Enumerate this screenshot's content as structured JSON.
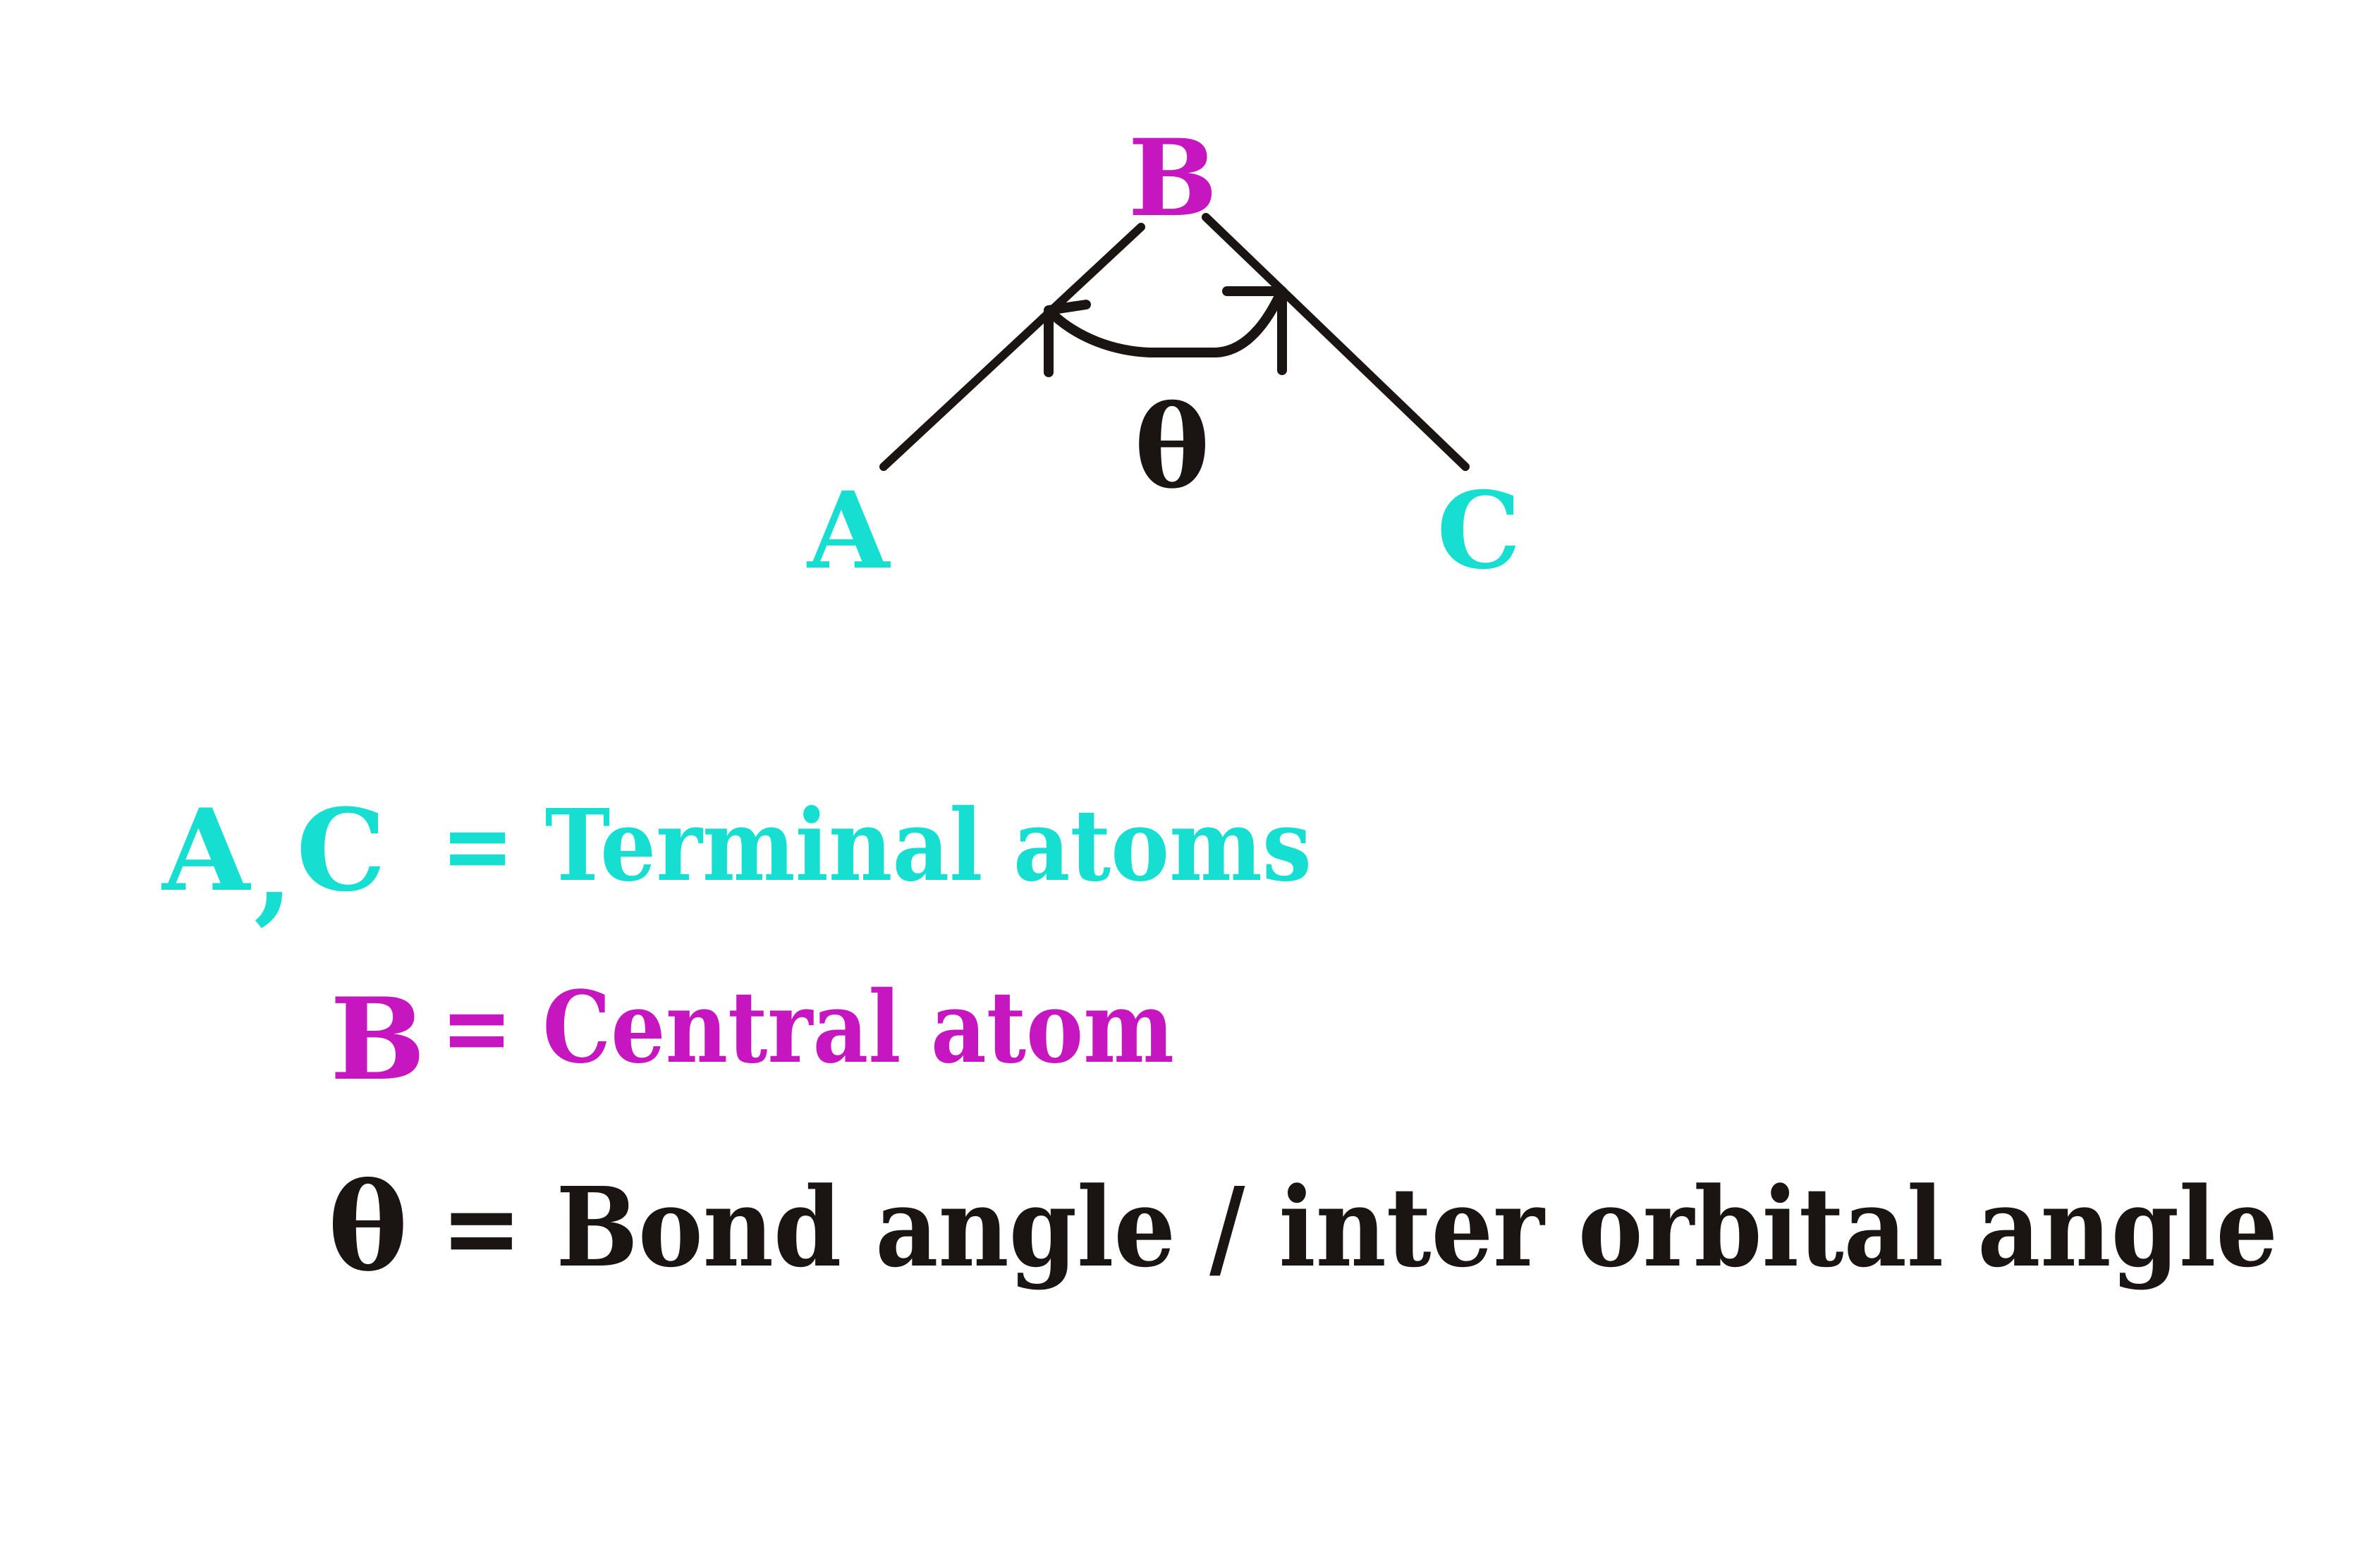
{
  "colors": {
    "terminal": "#16dfd2",
    "central": "#c516c0",
    "ink": "#1a1413"
  },
  "diagram": {
    "atom_a": "A",
    "atom_b": "B",
    "atom_c": "C",
    "angle_symbol": "θ"
  },
  "legend": {
    "terminal": {
      "symbol_a": "A",
      "separator": ",",
      "symbol_c": "C",
      "text": "= Terminal atoms"
    },
    "central": {
      "symbol": "B",
      "text": "= Central atom"
    },
    "angle": {
      "symbol": "θ",
      "text": "= Bond angle / inter orbital angle"
    }
  }
}
